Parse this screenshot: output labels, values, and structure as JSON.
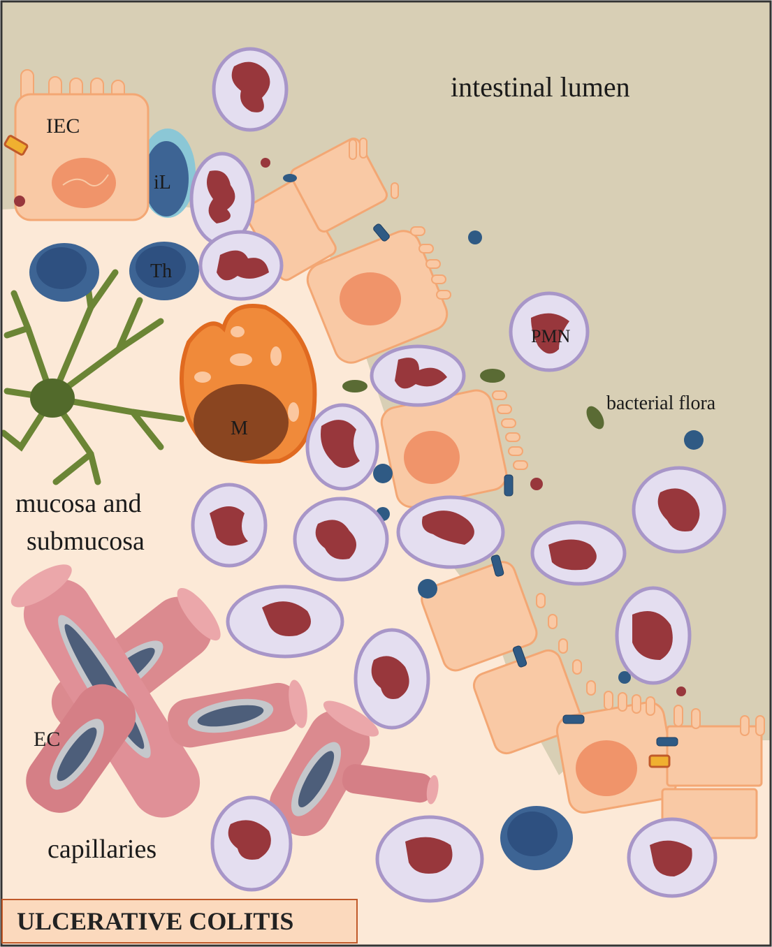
{
  "title": "ULCERATIVE COLITIS",
  "regions": {
    "lumen": "intestinal lumen",
    "mucosa_line1": "mucosa and",
    "mucosa_line2": "submucosa",
    "capillaries": "capillaries",
    "bacteria": "bacterial flora"
  },
  "cells": {
    "iec": "IEC",
    "il": "iL",
    "th": "Th",
    "pmn": "PMN",
    "m": "M",
    "ec": "EC"
  },
  "colors": {
    "lumen": "#d8cfb5",
    "mucosa": "#fce9d7",
    "epithelial": "#f9c9a5",
    "epithelial_stroke": "#f3a774",
    "nucleus": "#f0946a",
    "neutrophil_fill": "#e4def0",
    "neutrophil_stroke": "#a896c8",
    "neutrophil_nucleus": "#98373c",
    "lymphocyte": "#3d6494",
    "macrophage": "#f08a3a",
    "macrophage_nucleus": "#8a4520",
    "dendritic": "#6b8535",
    "capillary": "#db8a8f",
    "bacteria": "#5a6b34",
    "border": "#333333"
  }
}
